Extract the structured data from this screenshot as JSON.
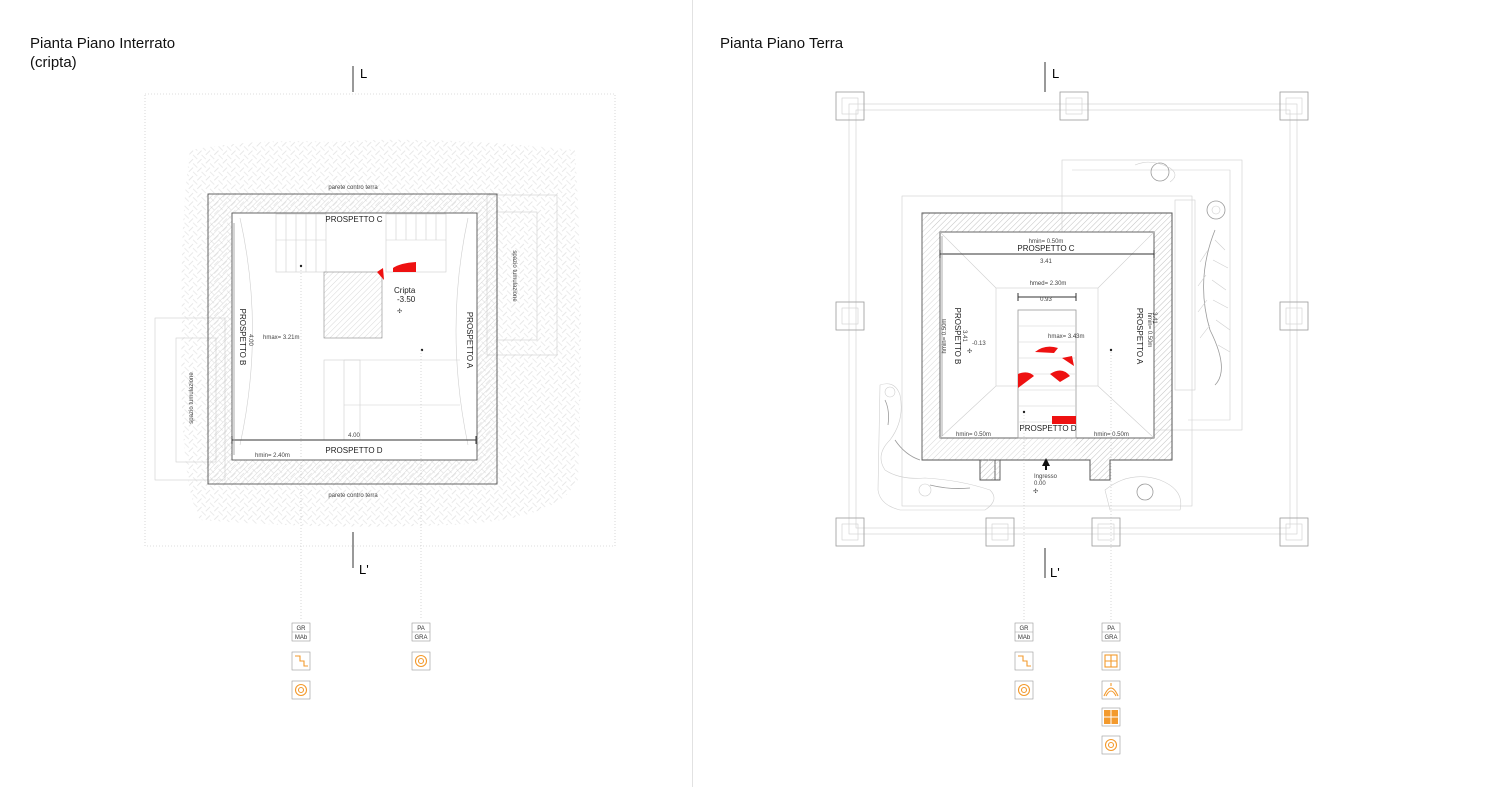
{
  "titles": {
    "left_line1": "Pianta Piano Interrato",
    "left_line2": "(cripta)",
    "right": "Pianta Piano Terra"
  },
  "section_marks": {
    "top": "L",
    "bottom": "L'"
  },
  "left_plan": {
    "wall_top": "parete contro terra",
    "wall_bottom": "parete contro terra",
    "side_right": "spazio tumulazione",
    "side_left": "spazio tumulazione",
    "elev_c": "PROSPETTO C",
    "elev_a": "PROSPETTO A",
    "elev_b": "PROSPETTO B",
    "elev_d": "PROSPETTO D",
    "room_name": "Cripta",
    "room_level": "-3.50",
    "hmax": "hmax= 3.21m",
    "hmin": "hmin= 2.40m",
    "dim_width": "4.00",
    "dim_depth": "4.00"
  },
  "right_plan": {
    "hmin_top": "hmin= 0.50m",
    "elev_c": "PROSPETTO C",
    "dim_width": "3.41",
    "hmed": "hmed= 2.30m",
    "dim_inner": "0.93",
    "elev_b": "PROSPETTO B",
    "elev_a": "PROSPETTO A",
    "elev_d": "PROSPETTO D",
    "hmin_left": "hmin= 0.50m",
    "hmin_right_side": "hmin= 0.50m",
    "level_side": "-0.13",
    "dim_side_left": "3.41",
    "dim_side_right": "3.41",
    "hmax": "hmax= 3.43m",
    "hmin_bl": "hmin= 0.50m",
    "hmin_br": "hmin= 0.50m",
    "entrance": "Ingresso",
    "entrance_level": "0.00"
  },
  "legend_left": {
    "col1": {
      "code_top": "GR",
      "code_bottom": "MAb",
      "icons": [
        "stair-step-icon",
        "concentric-circle-icon"
      ]
    },
    "col2": {
      "code_top": "PA",
      "code_bottom": "GRA",
      "icons": [
        "concentric-circle-icon"
      ]
    }
  },
  "legend_right": {
    "col1": {
      "code_top": "GR",
      "code_bottom": "MAb",
      "icons": [
        "stair-step-icon",
        "concentric-circle-icon"
      ]
    },
    "col2": {
      "code_top": "PA",
      "code_bottom": "GRA",
      "icons": [
        "cross-grid-icon",
        "arch-icon",
        "filled-grid-icon",
        "concentric-circle-icon"
      ]
    }
  },
  "colors": {
    "accent": "#f39a2d",
    "damage": "#ee1111",
    "line_dark": "#333333",
    "line_light": "#cfcfcf"
  }
}
